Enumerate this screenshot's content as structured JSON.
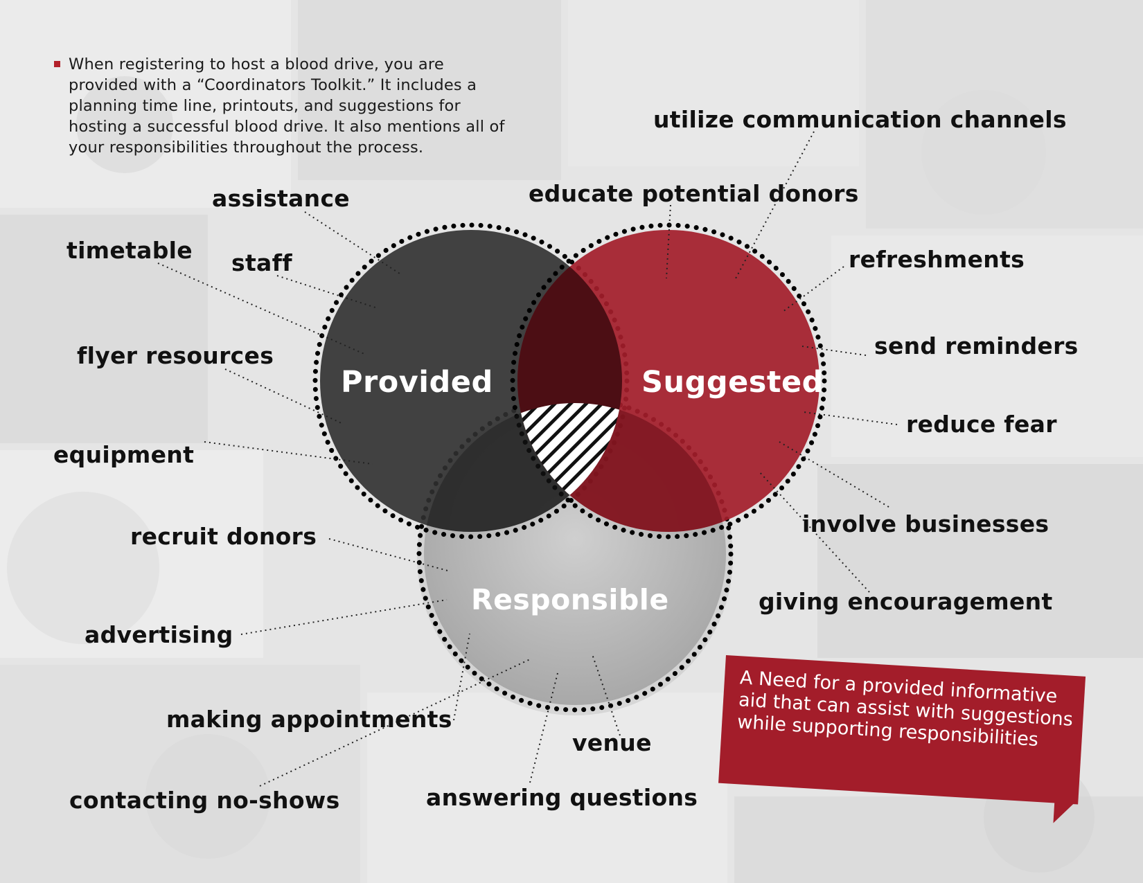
{
  "intro": {
    "text": "When registering to host a blood drive, you are provided with a “Coordinators Toolkit.” It includes a planning time line, printouts, and suggestions for hosting a successful blood drive. It also mentions all of your responsibilities throughout the process."
  },
  "circles": {
    "provided": "Provided",
    "suggested": "Suggested",
    "responsible": "Responsible"
  },
  "labels": {
    "provided": [
      "assistance",
      "timetable",
      "staff",
      "flyer resources",
      "equipment"
    ],
    "suggested": [
      "utilize communication channels",
      "educate potential donors",
      "refreshments",
      "send reminders",
      "reduce fear",
      "involve businesses",
      "giving encouragement"
    ],
    "responsible": [
      "recruit donors",
      "advertising",
      "making appointments",
      "contacting no-shows",
      "venue",
      "answering questions"
    ]
  },
  "callout": {
    "text": "A Need for a provided informative  aid that can assist with suggestions while supporting responsibilities"
  },
  "colors": {
    "provided": "#3a3a3a",
    "suggested": "#a31d2a",
    "responsible": "#b5b5b5",
    "accent": "#b3202a"
  }
}
